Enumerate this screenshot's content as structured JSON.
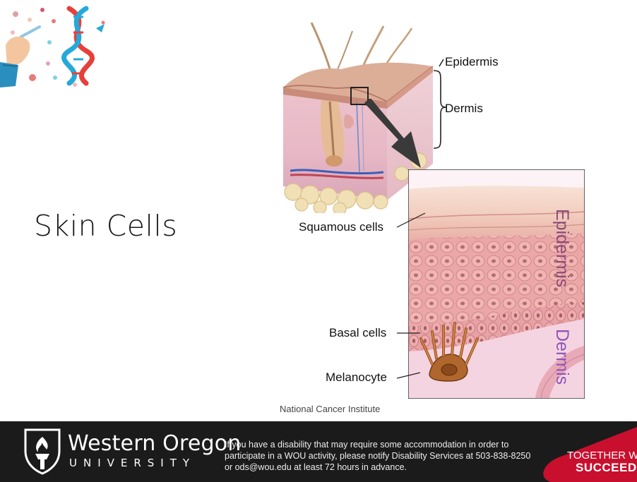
{
  "slide": {
    "title": "Skin Cells",
    "credit": "National Cancer Institute"
  },
  "diagram": {
    "labels": {
      "epidermis": "Epidermis",
      "dermis": "Dermis",
      "squamous": "Squamous cells",
      "basal": "Basal cells",
      "melanocyte": "Melanocyte"
    },
    "inset_labels": {
      "epidermis": "Epidermis",
      "dermis": "Dermis"
    },
    "colors": {
      "epidermis_vertical": "#8a4a78",
      "dermis_vertical": "#8e55b8",
      "skin_pink": "#e8a9a3",
      "callout_arrow": "#333333"
    }
  },
  "footer": {
    "university_name": "Western Oregon",
    "university_sub": "UNIVERSITY",
    "notice": "If you have a disability that may require some accommodation in order to participate in a WOU activity, please notify Disability Services at 503-838-8250 or ods@wou.edu at least 72 hours in advance.",
    "tagline_1": "TOGETHER WE",
    "tagline_2": "SUCCEED",
    "colors": {
      "bar": "#1c1b1b",
      "accent": "#c8102e"
    }
  },
  "decor": {
    "icons": [
      "hand-with-dropper-icon",
      "dna-helix-icon"
    ]
  }
}
